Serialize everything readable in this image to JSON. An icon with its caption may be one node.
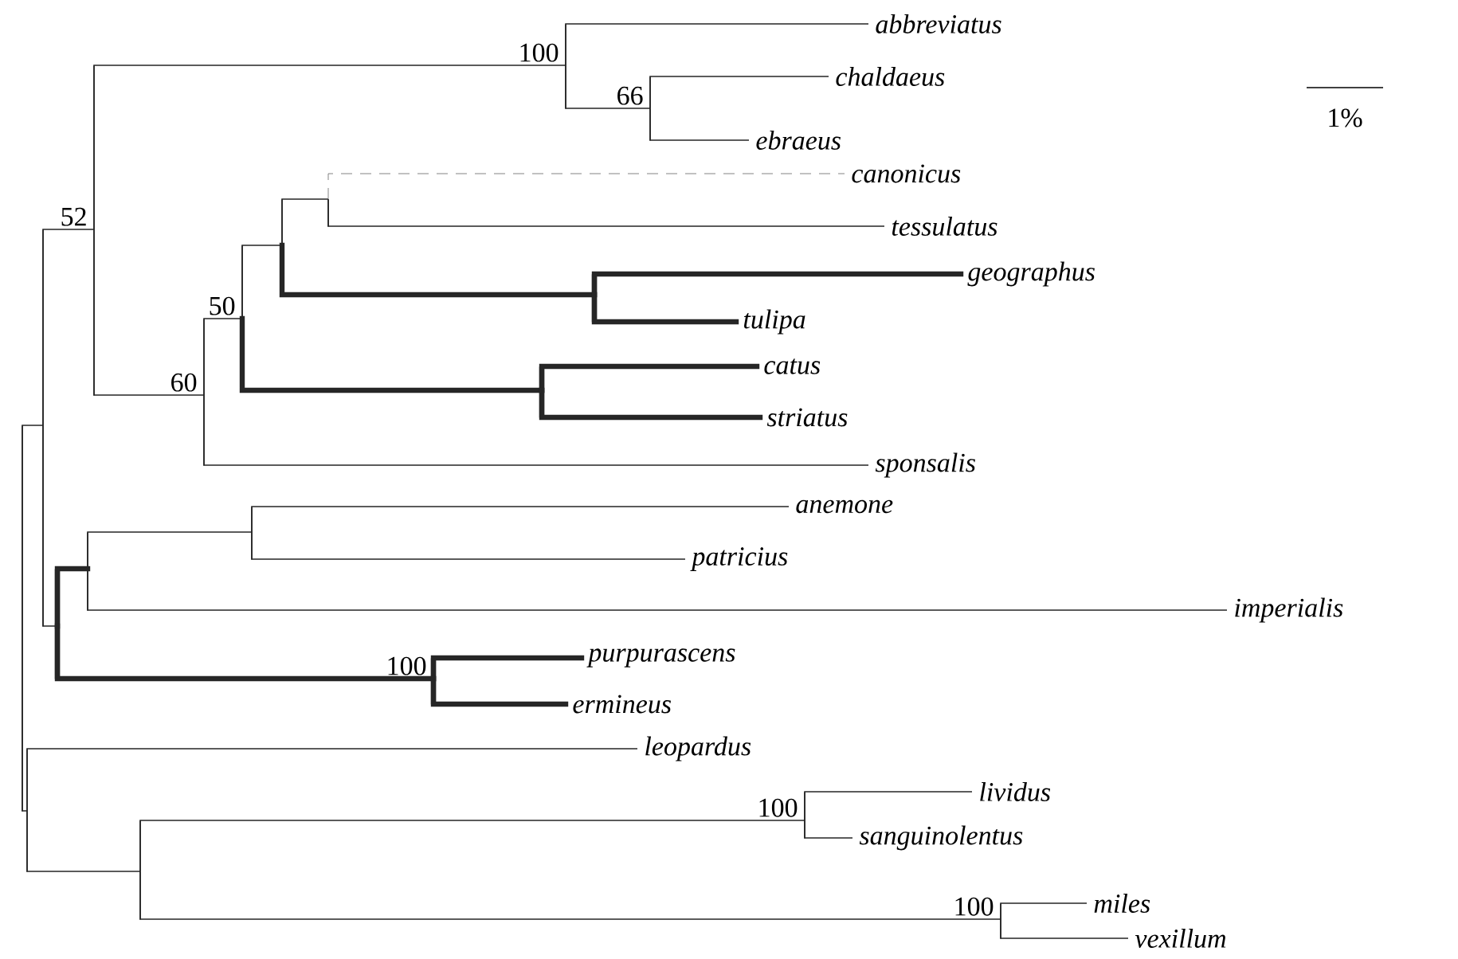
{
  "diagram": {
    "nodes": [
      {
        "text": [],
        "shape": "point"
      },
      {
        "text": [],
        "shape": "point"
      },
      {
        "text": [],
        "shape": "point",
        "beside": [
          "52"
        ]
      },
      {
        "text": [],
        "shape": "point",
        "beside": [
          "100"
        ]
      },
      {
        "text": [
          "abbreviatus"
        ]
      },
      {
        "text": [],
        "shape": "point",
        "beside": [
          "66"
        ]
      },
      {
        "text": [
          "chaldaeus"
        ]
      },
      {
        "text": [
          "ebraeus"
        ]
      },
      {
        "text": [],
        "shape": "point",
        "beside": [
          "60"
        ]
      },
      {
        "text": [],
        "shape": "point",
        "beside": [
          "50"
        ]
      },
      {
        "text": [],
        "shape": "point"
      },
      {
        "text": [],
        "shape": "point"
      },
      {
        "text": [
          "canonicus"
        ]
      },
      {
        "text": [
          "tessulatus"
        ]
      },
      {
        "text": [],
        "shape": "point"
      },
      {
        "text": [
          "geographus"
        ]
      },
      {
        "text": [
          "tulipa"
        ]
      },
      {
        "text": [],
        "shape": "point"
      },
      {
        "text": [
          "catus"
        ]
      },
      {
        "text": [
          "striatus"
        ]
      },
      {
        "text": [
          "sponsalis"
        ]
      },
      {
        "text": [],
        "shape": "point"
      },
      {
        "text": [],
        "shape": "point"
      },
      {
        "text": [],
        "shape": "point"
      },
      {
        "text": [
          "anemone"
        ]
      },
      {
        "text": [
          "patricius"
        ]
      },
      {
        "text": [
          "imperialis"
        ]
      },
      {
        "text": [],
        "shape": "point",
        "beside": [
          "100"
        ]
      },
      {
        "text": [
          "purpurascens"
        ]
      },
      {
        "text": [
          "ermineus"
        ]
      },
      {
        "text": [],
        "shape": "point"
      },
      {
        "text": [
          "leopardus"
        ]
      },
      {
        "text": [],
        "shape": "point"
      },
      {
        "text": [],
        "shape": "point",
        "beside": [
          "100"
        ]
      },
      {
        "text": [
          "lividus"
        ]
      },
      {
        "text": [
          "sanguinolentus"
        ]
      },
      {
        "text": [],
        "shape": "point",
        "beside": [
          "100"
        ]
      },
      {
        "text": [
          "miles"
        ]
      },
      {
        "text": [
          "vexillum"
        ]
      }
    ],
    "edges": [
      {
        "from": 0,
        "to": 1,
        "arrow": "none"
      },
      {
        "from": 1,
        "to": 2,
        "arrow": "none"
      },
      {
        "from": 2,
        "to": 3,
        "arrow": "none"
      },
      {
        "from": 3,
        "to": 4,
        "arrow": "none"
      },
      {
        "from": 3,
        "to": 5,
        "arrow": "none"
      },
      {
        "from": 5,
        "to": 6,
        "arrow": "none"
      },
      {
        "from": 5,
        "to": 7,
        "arrow": "none"
      },
      {
        "from": 2,
        "to": 8,
        "arrow": "none"
      },
      {
        "from": 8,
        "to": 9,
        "arrow": "none"
      },
      {
        "from": 9,
        "to": 10,
        "arrow": "none"
      },
      {
        "from": 10,
        "to": 11,
        "arrow": "none"
      },
      {
        "from": 11,
        "to": 12,
        "arrow": "none",
        "style": "dashed",
        "color": "#666666"
      },
      {
        "from": 11,
        "to": 13,
        "arrow": "none"
      },
      {
        "from": 10,
        "to": 14,
        "arrow": "none",
        "style": "thick"
      },
      {
        "from": 14,
        "to": 15,
        "arrow": "none",
        "style": "thick"
      },
      {
        "from": 14,
        "to": 16,
        "arrow": "none",
        "style": "thick"
      },
      {
        "from": 9,
        "to": 17,
        "arrow": "none",
        "style": "thick"
      },
      {
        "from": 17,
        "to": 18,
        "arrow": "none",
        "style": "thick"
      },
      {
        "from": 17,
        "to": 19,
        "arrow": "none",
        "style": "thick"
      },
      {
        "from": 8,
        "to": 20,
        "arrow": "none"
      },
      {
        "from": 1,
        "to": 21,
        "arrow": "none"
      },
      {
        "from": 21,
        "to": 22,
        "arrow": "none",
        "style": "thick"
      },
      {
        "from": 22,
        "to": 23,
        "arrow": "none"
      },
      {
        "from": 23,
        "to": 24,
        "arrow": "none"
      },
      {
        "from": 23,
        "to": 25,
        "arrow": "none"
      },
      {
        "from": 22,
        "to": 26,
        "arrow": "none"
      },
      {
        "from": 21,
        "to": 27,
        "arrow": "none",
        "style": "thick"
      },
      {
        "from": 27,
        "to": 28,
        "arrow": "none",
        "style": "thick"
      },
      {
        "from": 27,
        "to": 29,
        "arrow": "none",
        "style": "thick"
      },
      {
        "from": 0,
        "to": 30,
        "arrow": "none"
      },
      {
        "from": 30,
        "to": 31,
        "arrow": "none"
      },
      {
        "from": 30,
        "to": 32,
        "arrow": "none"
      },
      {
        "from": 32,
        "to": 33,
        "arrow": "none"
      },
      {
        "from": 33,
        "to": 34,
        "arrow": "none"
      },
      {
        "from": 33,
        "to": 35,
        "arrow": "none"
      },
      {
        "from": 32,
        "to": 36,
        "arrow": "none"
      },
      {
        "from": 36,
        "to": 37,
        "arrow": "none"
      },
      {
        "from": 36,
        "to": 38,
        "arrow": "none"
      }
    ],
    "labels": [
      "1%"
    ]
  }
}
